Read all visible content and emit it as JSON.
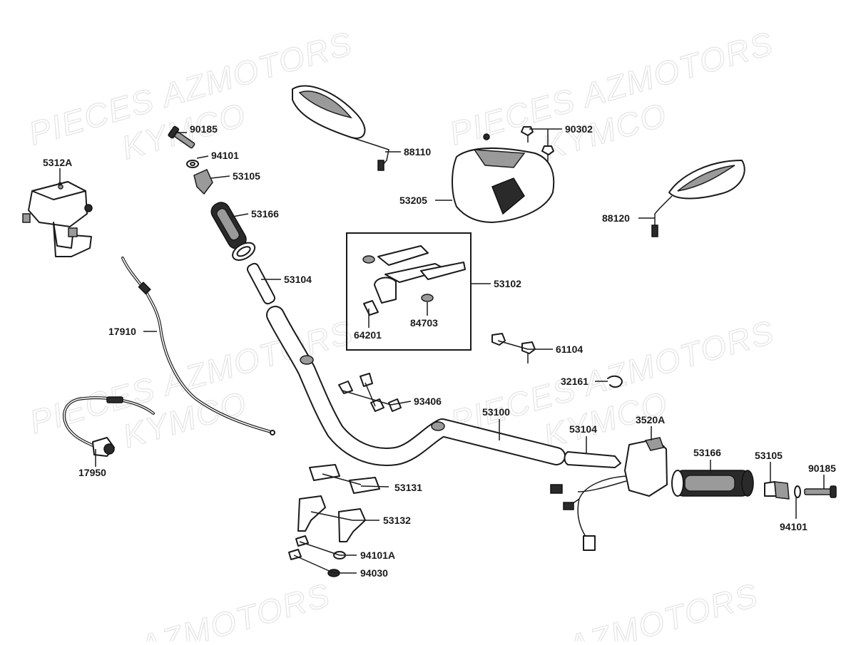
{
  "watermarks": [
    {
      "line1": "PIECES AZMOTORS",
      "line2": "KYMCO"
    },
    {
      "line1": "PIECES AZMOTORS",
      "line2": "KYMCO"
    },
    {
      "line1": "PIECES AZMOTORS",
      "line2": "KYMCO"
    },
    {
      "line1": "PIECES AZMOTORS",
      "line2": "KYMCO"
    },
    {
      "line1": "AZMOTORS"
    },
    {
      "line1": "AZMOTORS"
    }
  ],
  "parts": [
    {
      "label": "5312A"
    },
    {
      "label": "90185"
    },
    {
      "label": "94101"
    },
    {
      "label": "53105"
    },
    {
      "label": "53166"
    },
    {
      "label": "53104"
    },
    {
      "label": "17910"
    },
    {
      "label": "17950"
    },
    {
      "label": "88110"
    },
    {
      "label": "90302"
    },
    {
      "label": "53205"
    },
    {
      "label": "88120"
    },
    {
      "label": "53102"
    },
    {
      "label": "84703"
    },
    {
      "label": "64201"
    },
    {
      "label": "61104"
    },
    {
      "label": "32161"
    },
    {
      "label": "93406"
    },
    {
      "label": "53100"
    },
    {
      "label": "53104"
    },
    {
      "label": "3520A"
    },
    {
      "label": "53166"
    },
    {
      "label": "53105"
    },
    {
      "label": "90185"
    },
    {
      "label": "94101"
    },
    {
      "label": "53131"
    },
    {
      "label": "53132"
    },
    {
      "label": "94101A"
    },
    {
      "label": "94030"
    }
  ],
  "colors": {
    "line": "#1a1a1a",
    "watermark": "#e4e4e4",
    "background": "#ffffff"
  }
}
